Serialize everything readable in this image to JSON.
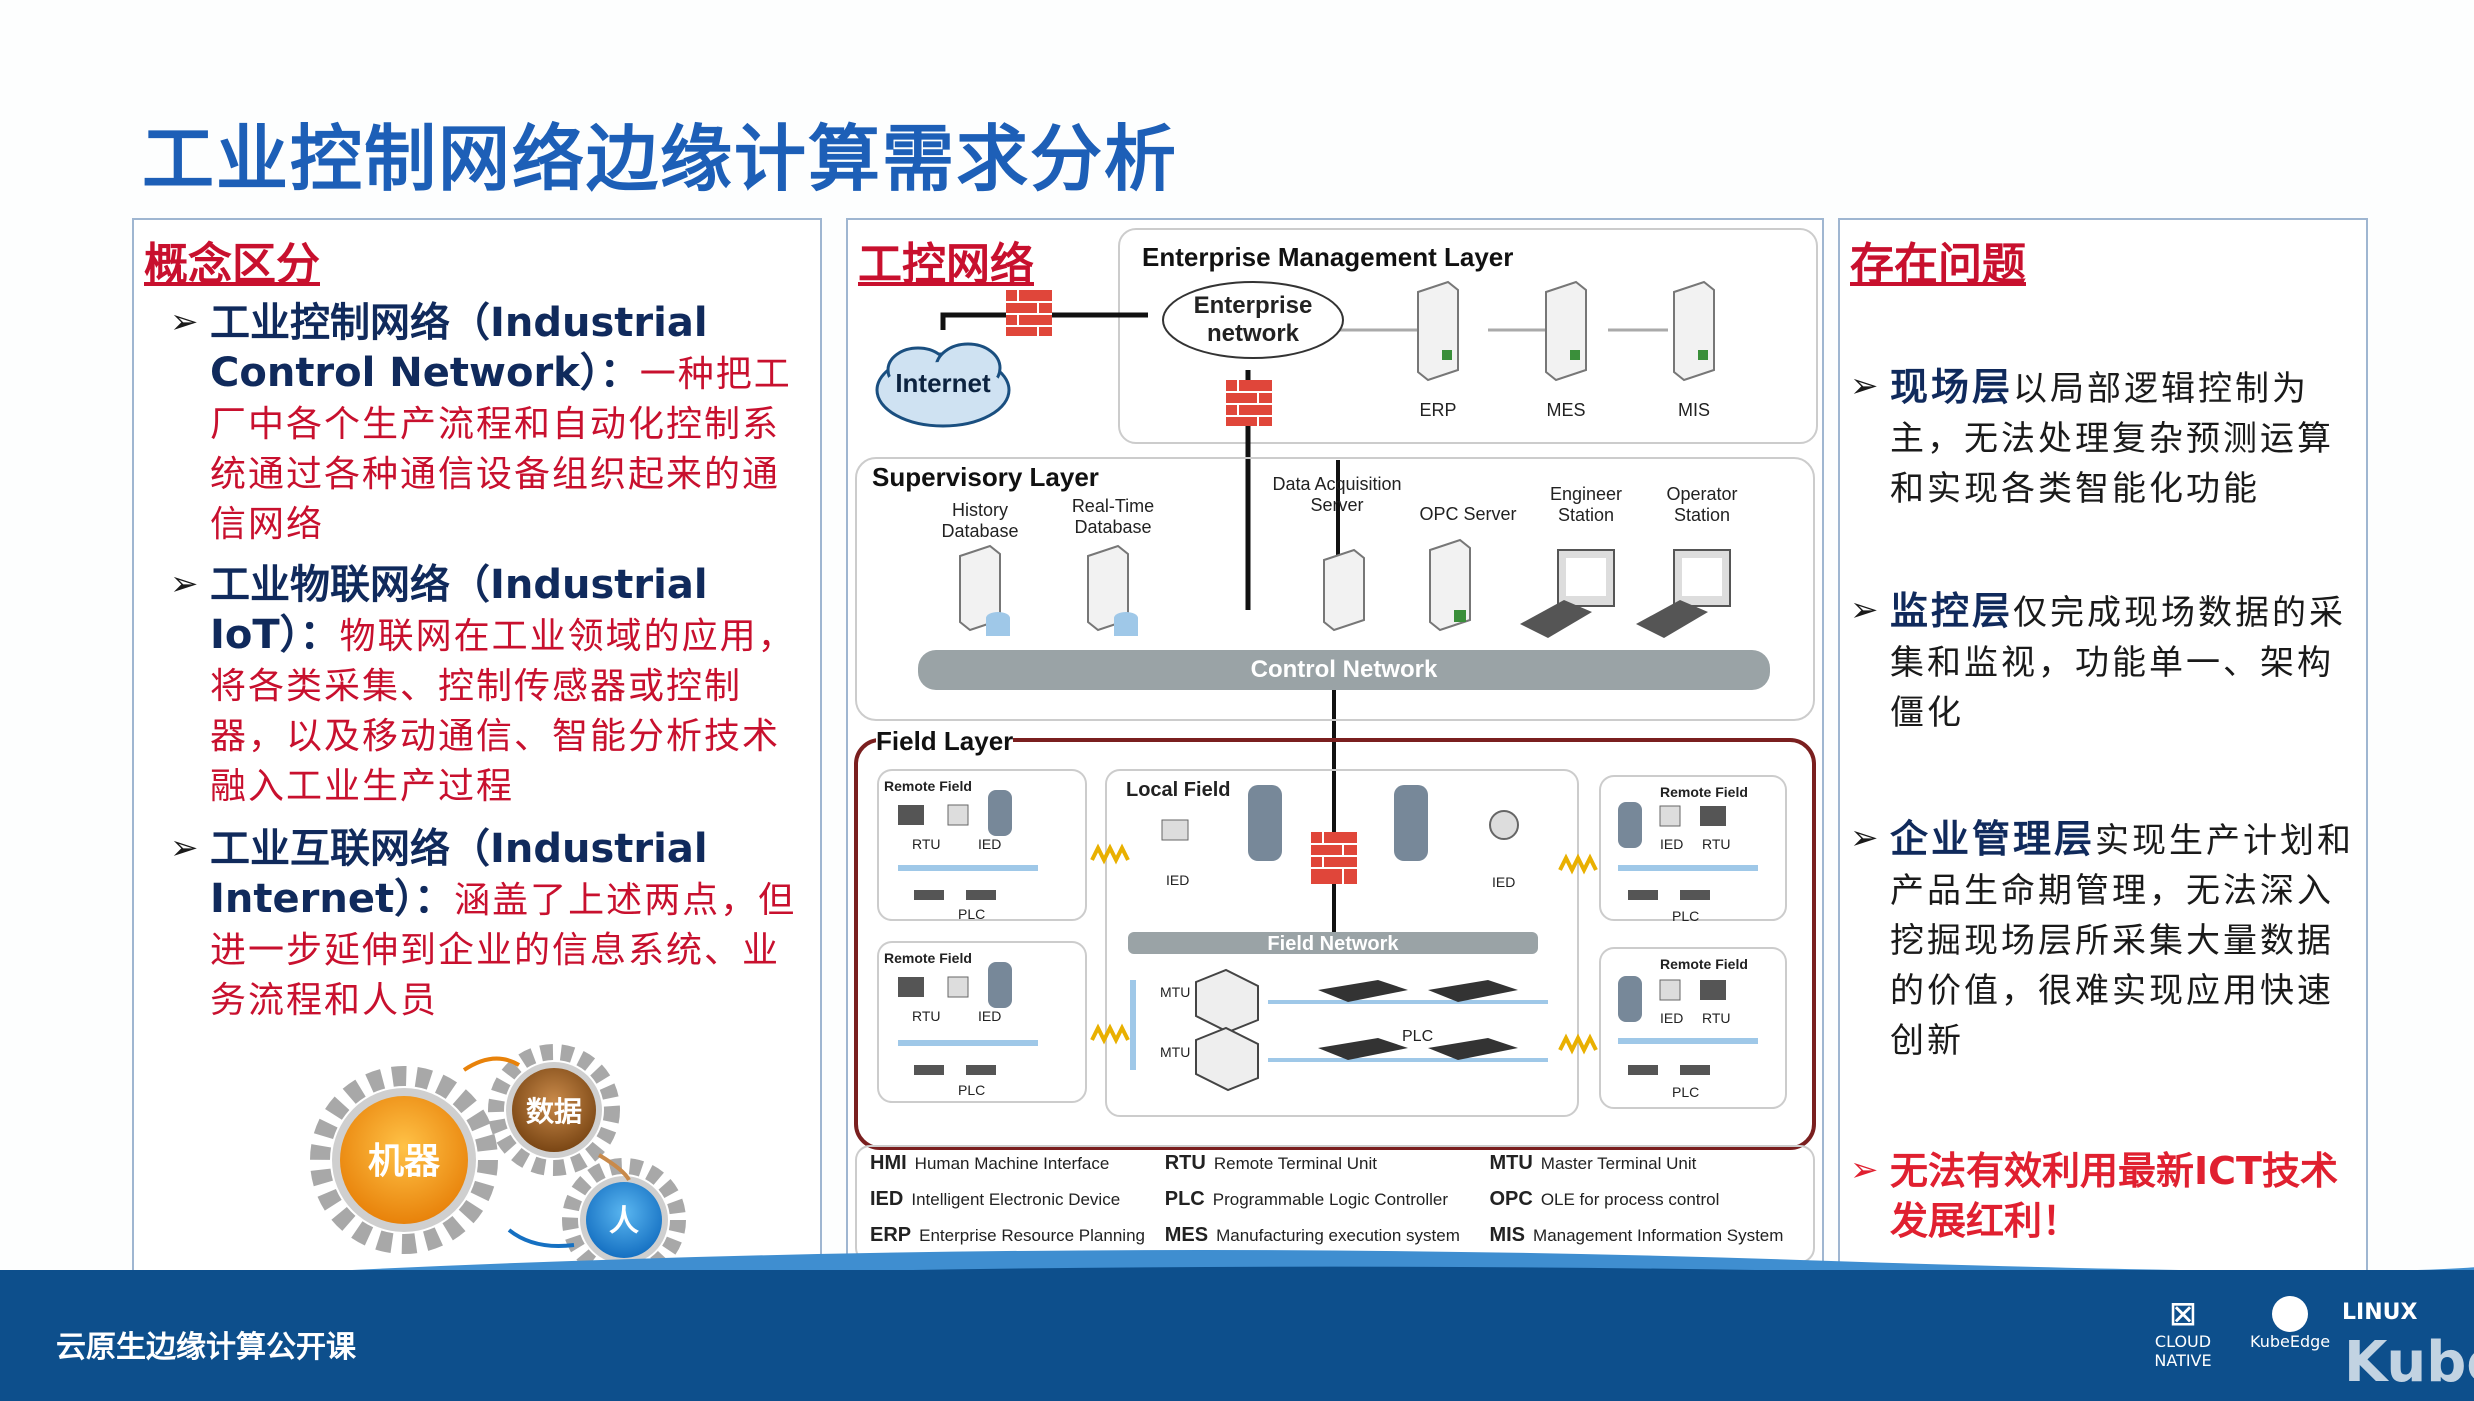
{
  "title": "工业控制网络边缘计算需求分析",
  "left": {
    "heading": "概念区分",
    "items": [
      {
        "head": "工业控制网络（Industrial Control Network）：",
        "text": "一种把工厂中各个生产流程和自动化控制系统通过各种通信设备组织起来的通信网络"
      },
      {
        "head": "工业物联网络（Industrial IoT）：",
        "text": "物联网在工业领域的应用，将各类采集、控制传感器或控制器，以及移动通信、智能分析技术融入工业生产过程"
      },
      {
        "head": "工业互联网络（Industrial Internet）：",
        "text": "涵盖了上述两点，但进一步延伸到企业的信息系统、业务流程和人员"
      }
    ],
    "gears": {
      "machine": "机器",
      "data": "数据",
      "people": "人"
    }
  },
  "middle": {
    "heading": "工控网络",
    "enterprise_layer": "Enterprise Management Layer",
    "enterprise_network": "Enterprise network",
    "internet": "Internet",
    "servers": [
      "ERP",
      "MES",
      "MIS"
    ],
    "supervisory_layer": "Supervisory Layer",
    "supervisory_items": [
      "History Database",
      "Real-Time Database",
      "Data Acquisition Server",
      "OPC Server",
      "Engineer Station",
      "Operator Station"
    ],
    "control_network": "Control Network",
    "field_layer": "Field Layer",
    "remote_field": "Remote Field",
    "local_field": "Local Field",
    "field_network": "Field Network",
    "rtu": "RTU",
    "ied": "IED",
    "plc": "PLC",
    "mtu": "MTU",
    "legend": [
      [
        {
          "abbr": "HMI",
          "full": "Human Machine Interface"
        },
        {
          "abbr": "RTU",
          "full": "Remote Terminal Unit"
        },
        {
          "abbr": "MTU",
          "full": "Master Terminal Unit"
        }
      ],
      [
        {
          "abbr": "IED",
          "full": "Intelligent Electronic Device"
        },
        {
          "abbr": "PLC",
          "full": "Programmable Logic Controller"
        },
        {
          "abbr": "OPC",
          "full": "OLE for process control"
        }
      ],
      [
        {
          "abbr": "ERP",
          "full": "Enterprise Resource Planning"
        },
        {
          "abbr": "MES",
          "full": "Manufacturing execution system"
        },
        {
          "abbr": "MIS",
          "full": "Management Information System"
        }
      ]
    ]
  },
  "right": {
    "heading": "存在问题",
    "items": [
      {
        "head": "现场层",
        "text": "以局部逻辑控制为主，无法处理复杂预测运算和实现各类智能化功能"
      },
      {
        "head": "监控层",
        "text": "仅完成现场数据的采集和监视，功能单一、架构僵化"
      },
      {
        "head": "企业管理层",
        "text": "实现生产计划和产品生命期管理，无法深入挖掘现场层所采集大量数据的价值，很难实现应用快速创新"
      }
    ],
    "conclusion": "无法有效利用最新ICT技术发展红利！"
  },
  "footer": {
    "text": "云原生边缘计算公开课",
    "logos": [
      "CLOUD NATIVE",
      "KubeEdge",
      "LINUX"
    ],
    "watermark": "Kube"
  },
  "colors": {
    "title": "#1d5fb7",
    "accent_red": "#c8102e",
    "navy": "#102a5c",
    "footer": "#0d4f8c"
  }
}
